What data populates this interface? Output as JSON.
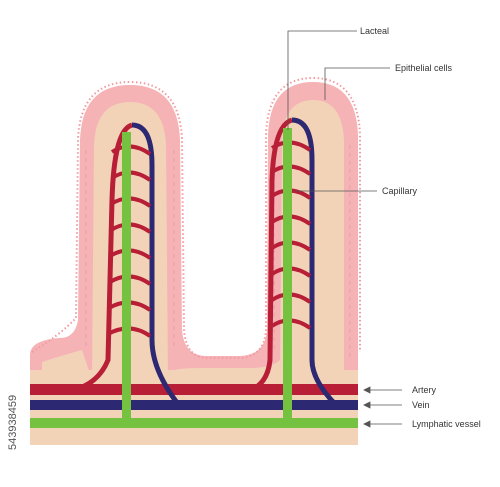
{
  "labels": {
    "lacteal": "Lacteal",
    "epithelial_cells": "Epithelial cells",
    "capillary": "Capillary",
    "artery": "Artery",
    "vein": "Vein",
    "lymphatic_vessel": "Lymphatic vessel"
  },
  "stock_id": "543938459",
  "colors": {
    "epithelium": "#f6b3b6",
    "tissue": "#f2d3b8",
    "artery": "#b81f36",
    "vein": "#2c2872",
    "lymphatic": "#74c23f"
  }
}
